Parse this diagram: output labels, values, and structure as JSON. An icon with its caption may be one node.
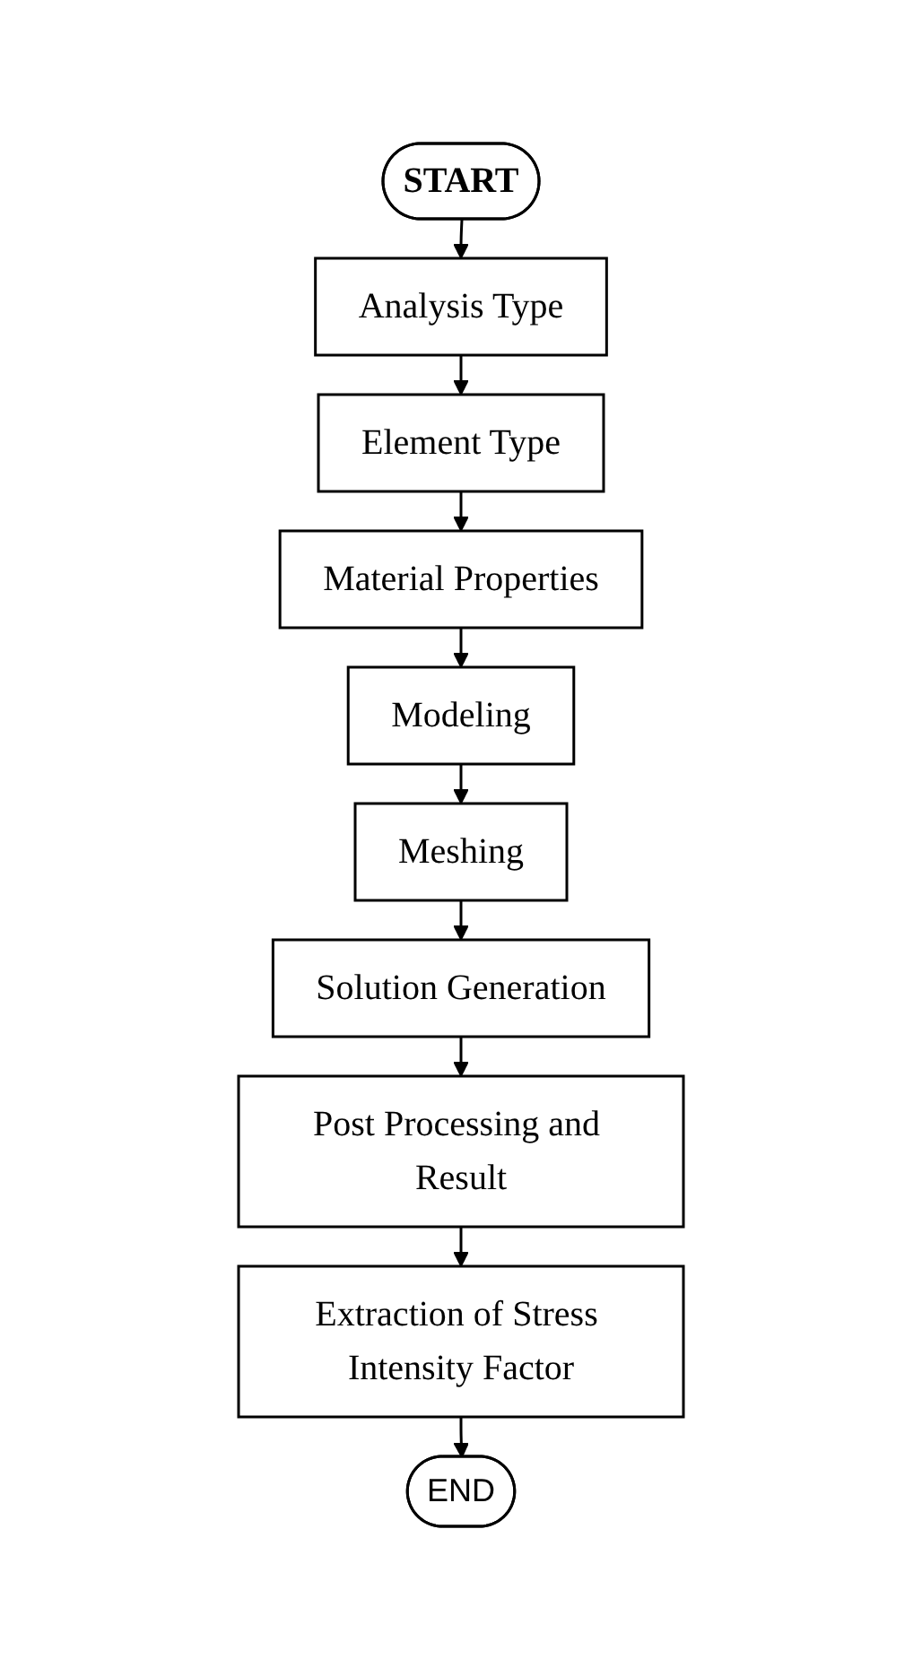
{
  "diagram": {
    "nodes": [
      {
        "text": [
          "START"
        ]
      },
      {
        "text": [
          "Analysis Type"
        ]
      },
      {
        "text": [
          "Element Type"
        ]
      },
      {
        "text": [
          "Material Properties"
        ]
      },
      {
        "text": [
          "Modeling"
        ]
      },
      {
        "text": [
          "Meshing"
        ]
      },
      {
        "text": [
          "Solution Generation"
        ]
      },
      {
        "text": [
          "Post Processing and Result"
        ]
      },
      {
        "text": [
          "Extraction of Stress Intensity Factor"
        ]
      },
      {
        "text": [
          "END"
        ]
      }
    ],
    "edges": [
      {
        "from": 0,
        "to": 1,
        "arrow": "to"
      },
      {
        "from": 1,
        "to": 2,
        "arrow": "to"
      },
      {
        "from": 2,
        "to": 3,
        "arrow": "to"
      },
      {
        "from": 3,
        "to": 4,
        "arrow": "to"
      },
      {
        "from": 4,
        "to": 5,
        "arrow": "to"
      },
      {
        "from": 5,
        "to": 6,
        "arrow": "to"
      },
      {
        "from": 6,
        "to": 7,
        "arrow": "to"
      },
      {
        "from": 7,
        "to": 8,
        "arrow": "to"
      },
      {
        "from": 8,
        "to": 9,
        "arrow": "to"
      }
    ]
  }
}
